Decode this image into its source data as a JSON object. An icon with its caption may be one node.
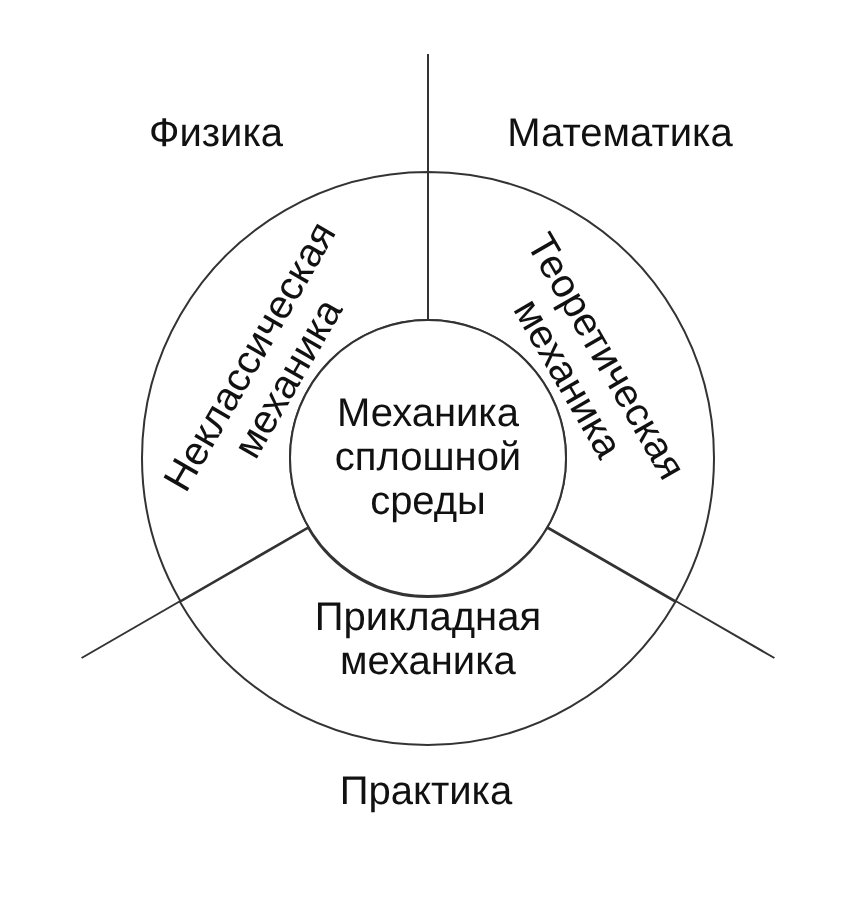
{
  "diagram": {
    "nodes": [
      {
        "text": [
          "Неклассическая механика"
        ]
      },
      {
        "text": [
          "Теоретическая механика"
        ]
      },
      {
        "text": [
          "Механика сплошной среды"
        ]
      },
      {
        "text": [
          "Прикладная механика"
        ]
      }
    ],
    "labels": [
      "Физика",
      "Математика",
      "Практика"
    ]
  }
}
